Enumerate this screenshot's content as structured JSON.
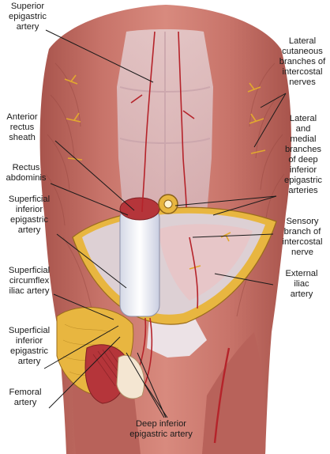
{
  "labels": {
    "superior_epigastric_artery": "Superior\nepigastric\nartery",
    "lateral_cutaneous_branches": "Lateral\ncutaneous\nbranches of\nintercostal\nnerves",
    "anterior_rectus_sheath": "Anterior\nrectus\nsheath",
    "lateral_medial_branches": "Lateral\nand\nmedial\nbranches\nof deep\ninferior\nepigastric\narteries",
    "rectus_abdominis": "Rectus\nabdominis",
    "superficial_inferior_epigastric_artery_upper": "Superficial\ninferior\nepigastric\nartery",
    "sensory_branch": "Sensory\nbranch of\nintercostal\nnerve",
    "superficial_circumflex_iliac_artery": "Superficial\ncircumflex\niliac artery",
    "external_iliac_artery": "External\niliac\nartery",
    "superficial_inferior_epigastric_artery_lower": "Superficial\ninferior\nepigastric\nartery",
    "femoral_artery": "Femoral\nartery",
    "deep_inferior_epigastric_artery": "Deep inferior\nepigastric artery"
  },
  "colors": {
    "muscle": "#c8746a",
    "muscle_dark": "#a8544c",
    "muscle_light": "#dea094",
    "fascia": "#e6d7da",
    "fat": "#e8b640",
    "artery": "#b5232a",
    "nerve": "#e2a92e",
    "leader": "#1a1a1a"
  }
}
